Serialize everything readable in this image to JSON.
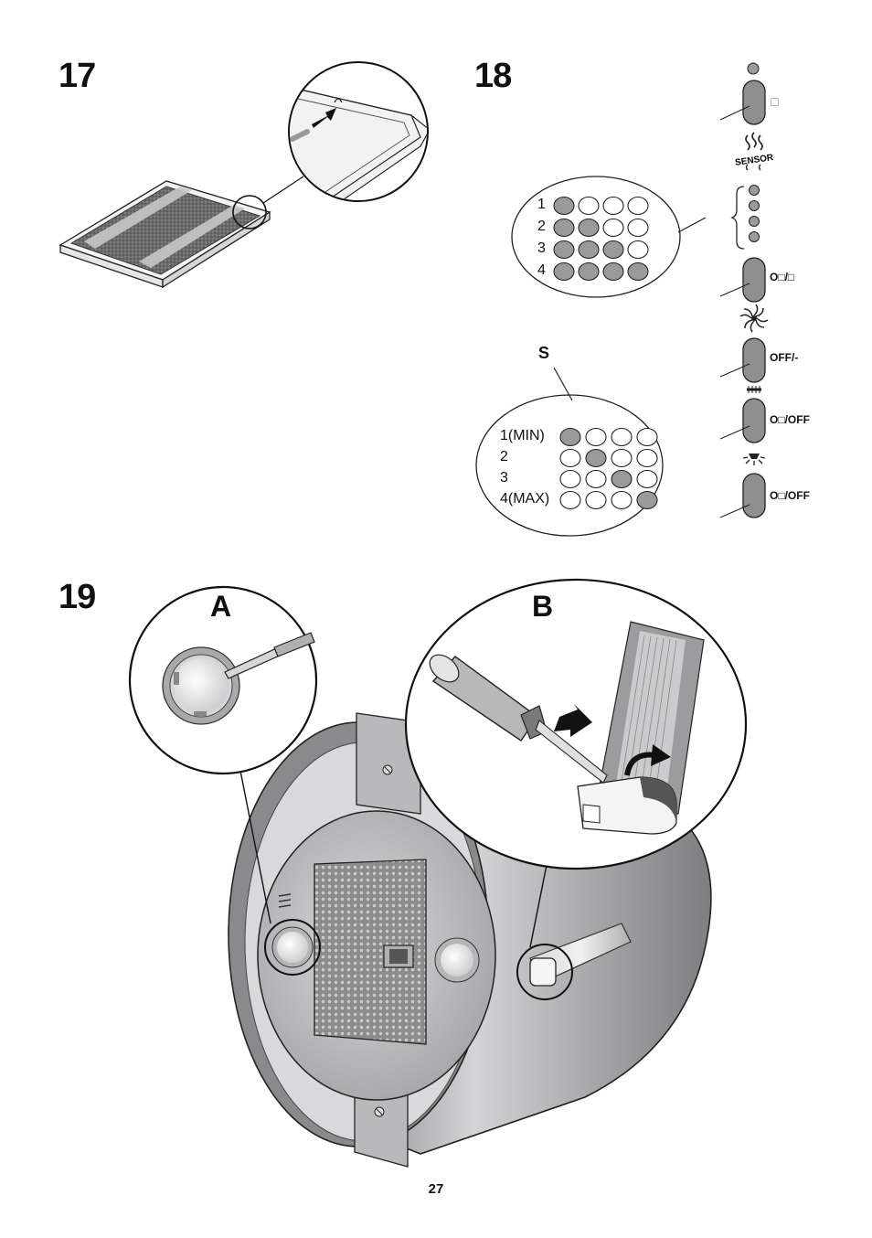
{
  "figures": {
    "fig17": "17",
    "fig18": "18",
    "fig19": "19"
  },
  "fig18": {
    "s_label": "S",
    "grid_rows": [
      "1",
      "2",
      "3",
      "4"
    ],
    "grid_filled_counts": [
      1,
      2,
      3,
      4
    ],
    "speed_rows": [
      "1(MIN)",
      "2",
      "3",
      "4(MAX)"
    ],
    "speed_filled_index": [
      0,
      1,
      2,
      3
    ],
    "buttons": {
      "b1": "□",
      "b2": "O□/□",
      "b3": "OFF/-",
      "b4": "O□/OFF",
      "b5": "O□/OFF"
    },
    "sensor_text": "SENSOR"
  },
  "fig19": {
    "detail_a": "A",
    "detail_b": "B"
  },
  "page_number": "27",
  "colors": {
    "filled_led": "#9a9a9a",
    "hood_gray": "#a8a8ab",
    "filter_dark": "#5c5c5c"
  }
}
